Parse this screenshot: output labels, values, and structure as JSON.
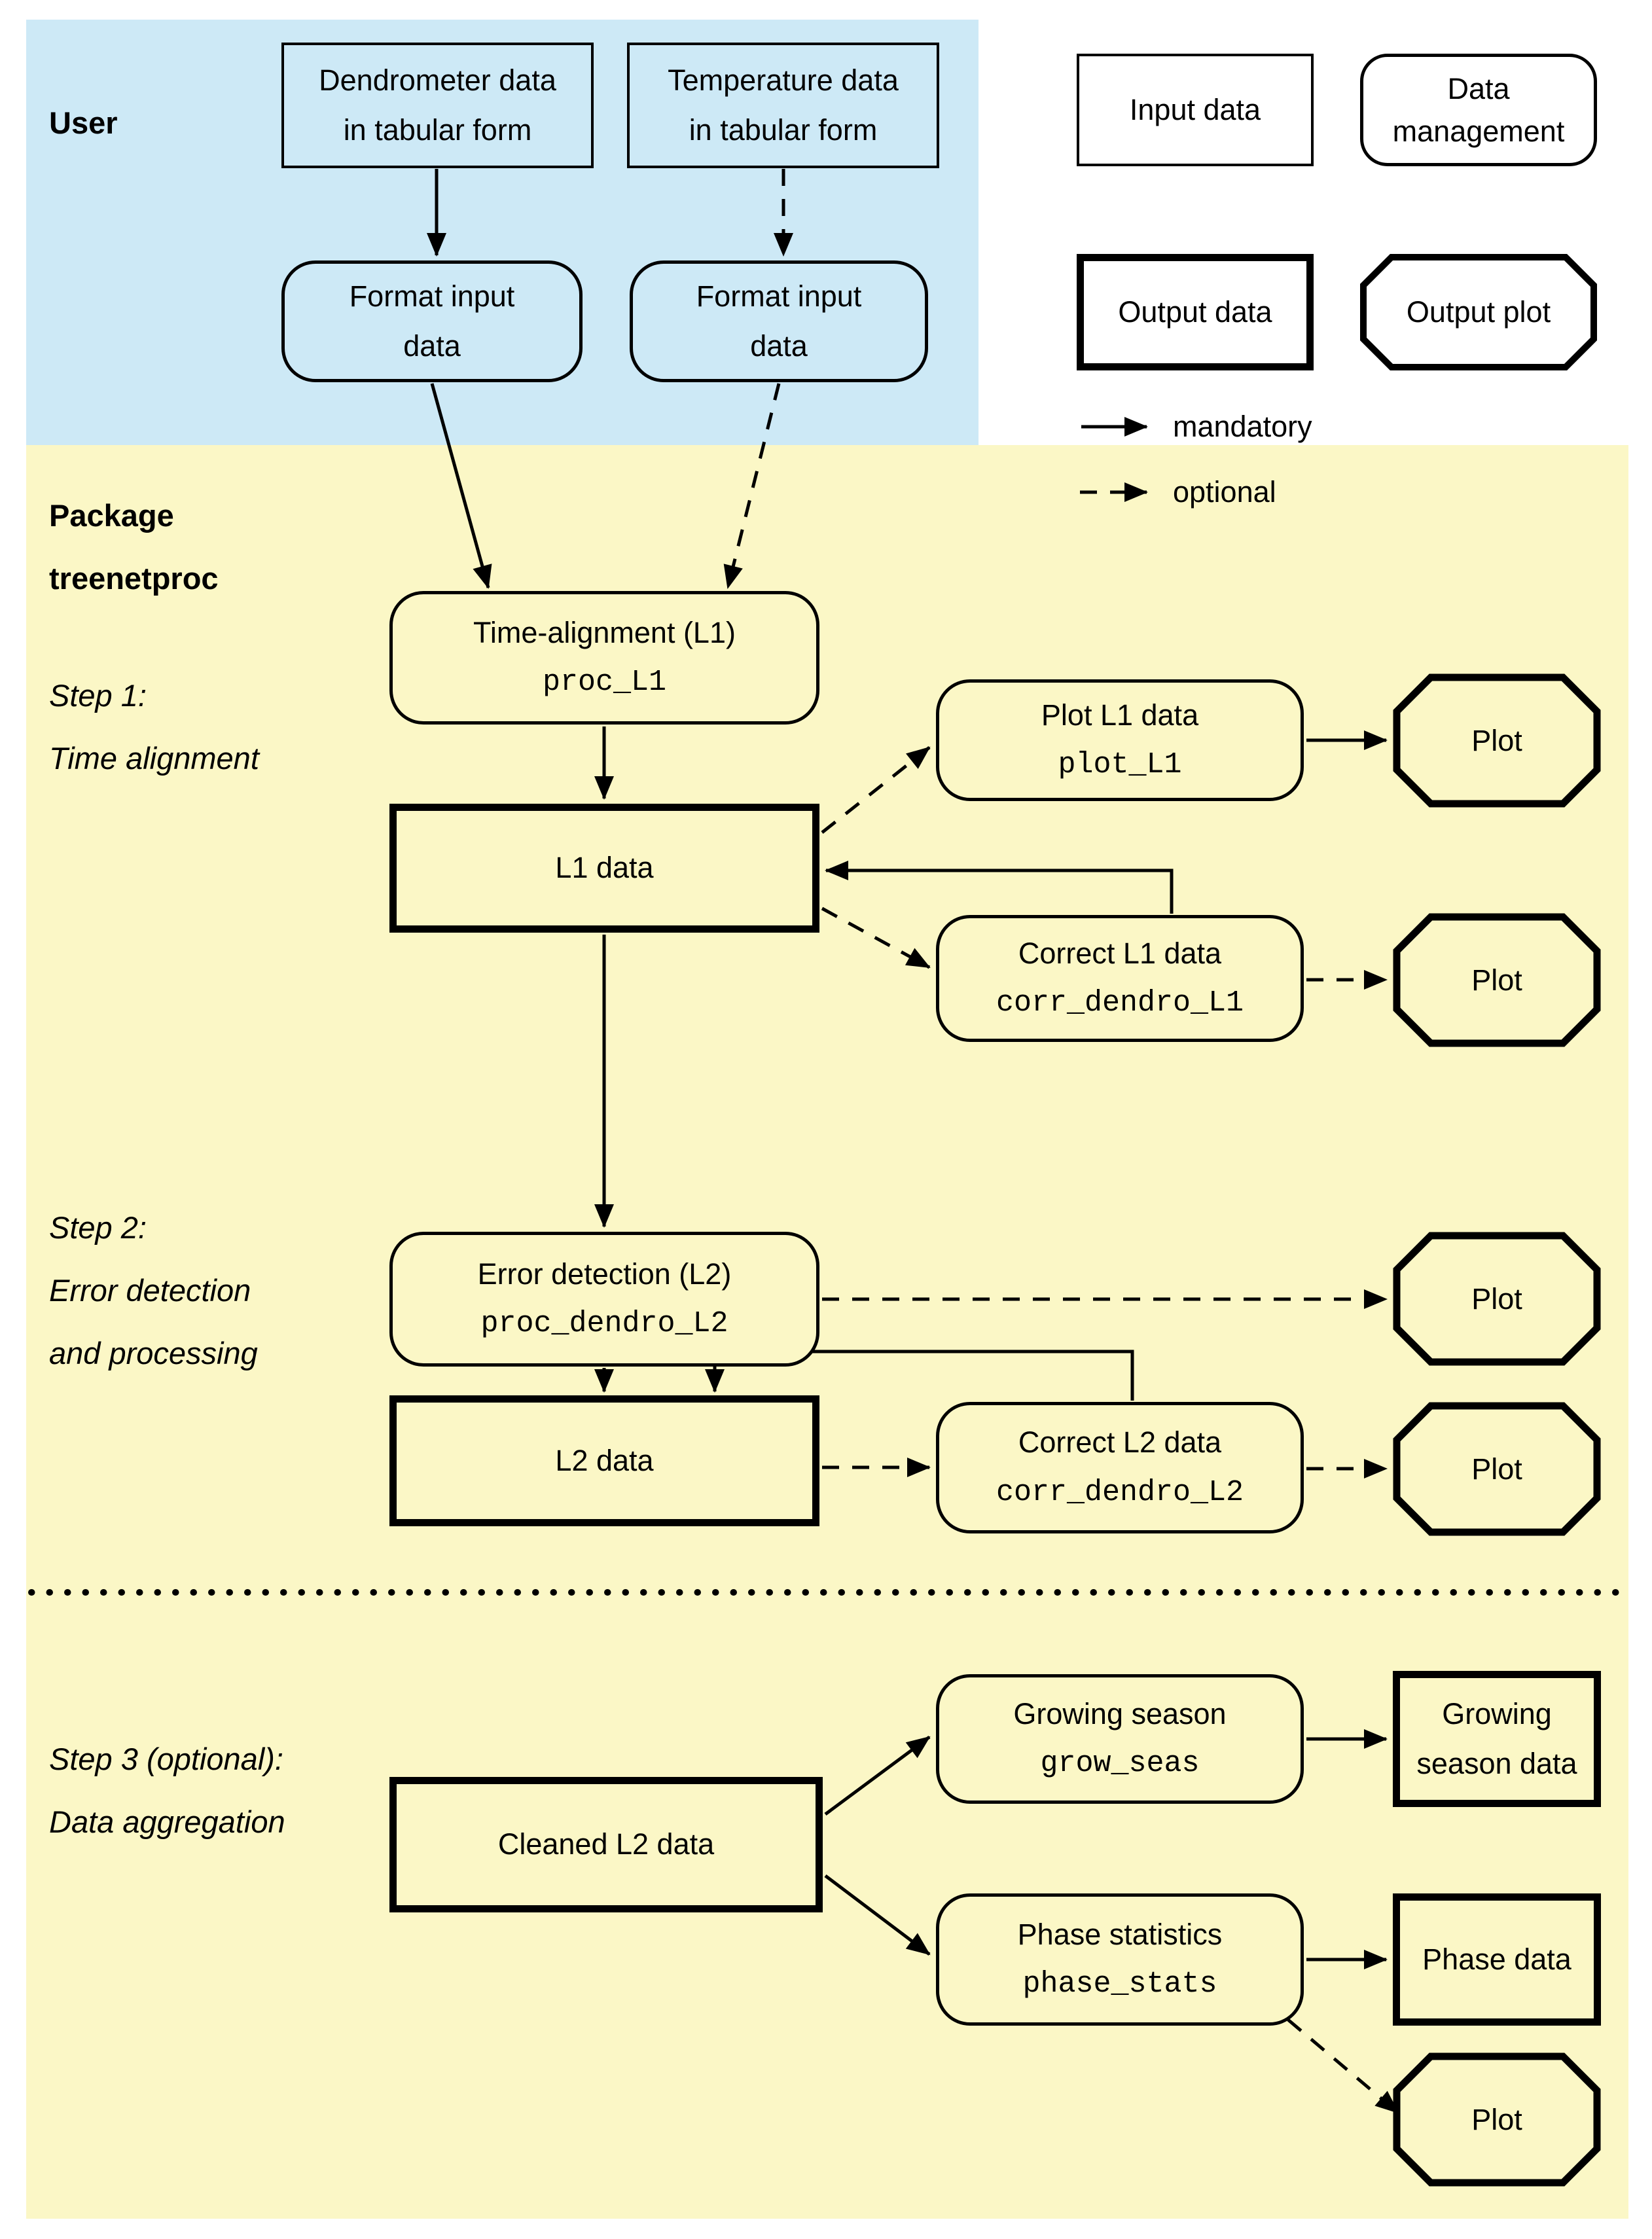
{
  "figure": {
    "type": "flowchart",
    "description": "Workflow of the treenetproc data processing package"
  },
  "colors": {
    "user_region_bg": "#cde9f6",
    "package_region_bg": "#fbf7c6",
    "stroke": "#000000",
    "legend_bg": "#ffffff"
  },
  "header": {
    "user": "User",
    "package": [
      "Package",
      "treenetproc"
    ]
  },
  "steps": {
    "step1": [
      "Step 1:",
      "Time alignment"
    ],
    "step2": [
      "Step 2:",
      "Error detection",
      "and processing"
    ],
    "step3": [
      "Step 3 (optional):",
      "Data aggregation"
    ]
  },
  "nodes": {
    "dendro": {
      "label": "Dendrometer data",
      "label2": "in tabular form",
      "shape": "input-rect"
    },
    "temp": {
      "label": "Temperature data",
      "label2": "in tabular form",
      "shape": "input-rect"
    },
    "format1": {
      "label": "Format input",
      "label2": "data",
      "shape": "management-rounded"
    },
    "format2": {
      "label": "Format input",
      "label2": "data",
      "shape": "management-rounded"
    },
    "time_align": {
      "label": "Time-alignment (L1)",
      "code": "proc_L1",
      "shape": "management-rounded"
    },
    "l1": {
      "label": "L1 data",
      "shape": "output-rect"
    },
    "plot_l1": {
      "label": "Plot L1 data",
      "code": "plot_L1",
      "shape": "management-rounded"
    },
    "plot_l1_out": {
      "label": "Plot",
      "shape": "output-octagon"
    },
    "corr_l1": {
      "label": "Correct L1 data",
      "code": "corr_dendro_L1",
      "shape": "management-rounded"
    },
    "corr_l1_out": {
      "label": "Plot",
      "shape": "output-octagon"
    },
    "proc_l2": {
      "label": "Error detection (L2)",
      "code": "proc_dendro_L2",
      "shape": "management-rounded"
    },
    "proc_l2_out": {
      "label": "Plot",
      "shape": "output-octagon"
    },
    "l2": {
      "label": "L2 data",
      "shape": "output-rect"
    },
    "corr_l2": {
      "label": "Correct L2 data",
      "code": "corr_dendro_L2",
      "shape": "management-rounded"
    },
    "corr_l2_out": {
      "label": "Plot",
      "shape": "output-octagon"
    },
    "cleaned_l2": {
      "label": "Cleaned L2 data",
      "shape": "output-rect"
    },
    "grow_seas": {
      "label": "Growing season",
      "code": "grow_seas",
      "shape": "management-rounded"
    },
    "grow_out": {
      "label": "Growing",
      "label2": "season data",
      "shape": "output-rect"
    },
    "phase_stats": {
      "label": "Phase statistics",
      "code": "phase_stats",
      "shape": "management-rounded"
    },
    "phase_out": {
      "label": "Phase data",
      "shape": "output-rect"
    },
    "phase_plot_out": {
      "label": "Plot",
      "shape": "output-octagon"
    }
  },
  "legend": {
    "input_label": "Input data",
    "management": [
      "Data",
      "management"
    ],
    "output_label": "Output data",
    "output_plot_label": "Output plot",
    "mandatory_label": "mandatory",
    "optional_label": "optional"
  }
}
